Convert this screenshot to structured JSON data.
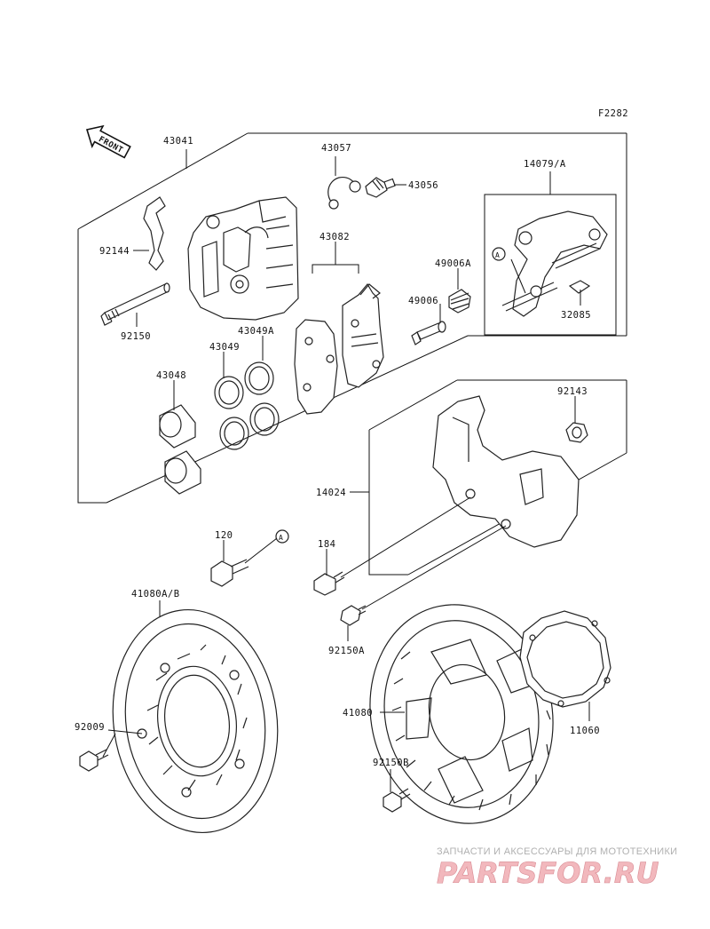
{
  "diagram": {
    "ref_code": "F2282",
    "front_label": "FRONT",
    "callout_letter": "A",
    "parts": {
      "caliper_assy": "43041",
      "hose_fitting": "43057",
      "bleeder": "43056",
      "bracket_assy": "14079/A",
      "pad_spring": "92144",
      "pads": "43082",
      "boot": "49006A",
      "slide_pin": "49006",
      "pad_pin": "92150",
      "seal_b": "43049A",
      "seal_a": "43049",
      "piston": "43048",
      "boot_small": "32085",
      "nut": "92143",
      "disc_cover": "14024",
      "bolt_120": "120",
      "bolt_184": "184",
      "bolt_92150a": "92150A",
      "disc_ab": "41080A/B",
      "disc": "41080",
      "disc_bolt": "92009",
      "disc_bolt_b": "92150B",
      "gasket": "11060"
    }
  },
  "watermark": {
    "subtitle": "ЗАПЧАСТИ И АКСЕССУАРЫ ДЛЯ МОТОТЕХНИКИ",
    "brand": "PARTSFOR.RU",
    "color": "#e8808a"
  }
}
